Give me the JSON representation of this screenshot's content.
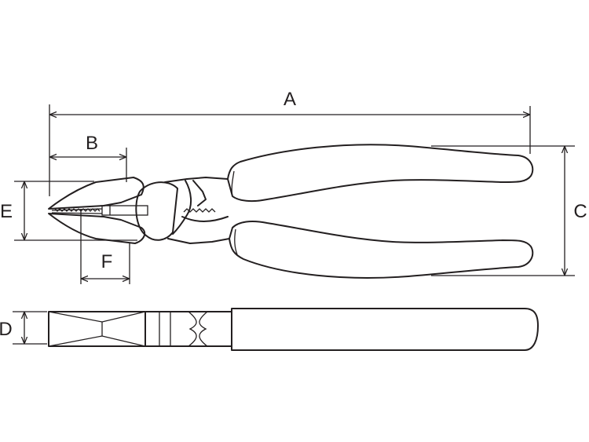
{
  "diagram": {
    "labels": {
      "A": "A",
      "B": "B",
      "C": "C",
      "D": "D",
      "E": "E",
      "F": "F"
    },
    "line_color": "#231f20",
    "background": "#ffffff"
  }
}
